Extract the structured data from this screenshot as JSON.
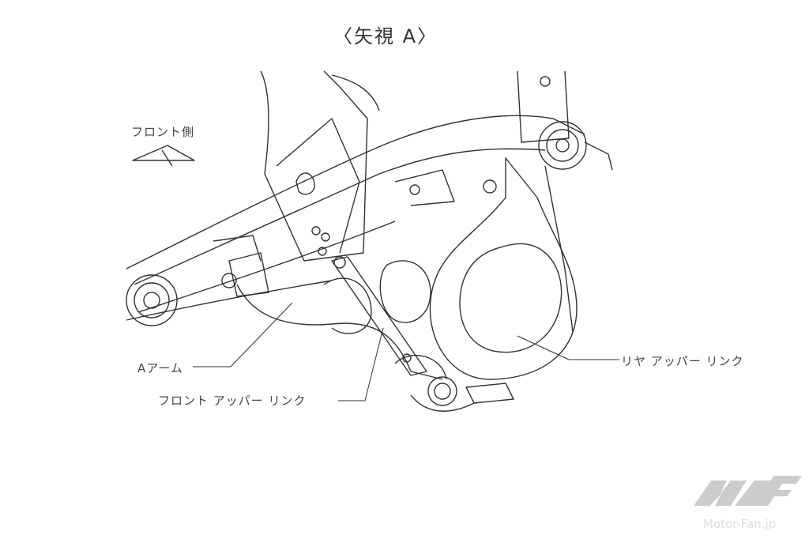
{
  "title": "〈矢視 A〉",
  "direction_label": "フロント側",
  "labels": {
    "a_arm": "Aアーム",
    "front_upper_link": "フロント アッパー リンク",
    "rear_upper_link": "リヤ アッパー リンク"
  },
  "watermark": {
    "logo": "MF",
    "text": "Motor-Fan.jp",
    "color": "#cccccc"
  },
  "line_color": "#333333"
}
